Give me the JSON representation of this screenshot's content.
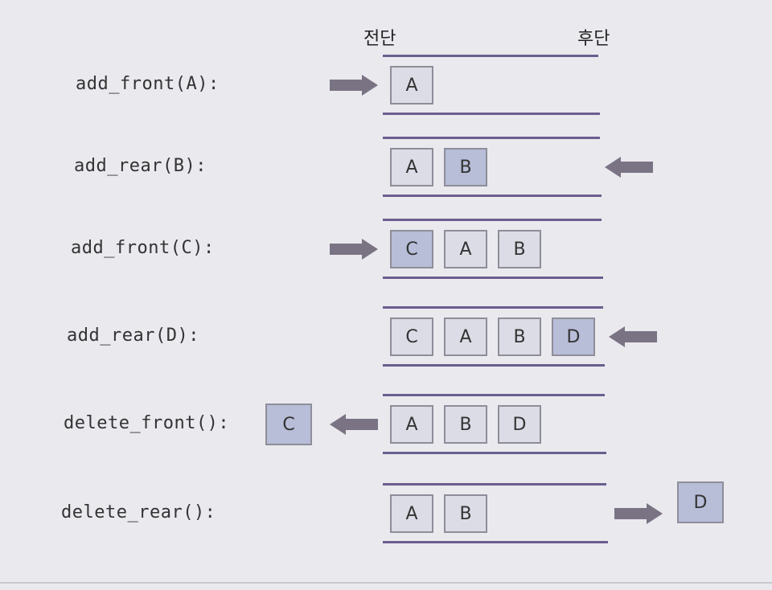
{
  "header": {
    "front": "전단",
    "rear": "후단"
  },
  "rows": [
    {
      "label": "add_front(A):",
      "cells": [
        {
          "v": "A",
          "hl": false
        }
      ],
      "arrow": {
        "side": "left-in"
      },
      "out": null
    },
    {
      "label": "add_rear(B):",
      "cells": [
        {
          "v": "A",
          "hl": false
        },
        {
          "v": "B",
          "hl": true
        }
      ],
      "arrow": {
        "side": "right-in"
      },
      "out": null
    },
    {
      "label": "add_front(C):",
      "cells": [
        {
          "v": "C",
          "hl": true
        },
        {
          "v": "A",
          "hl": false
        },
        {
          "v": "B",
          "hl": false
        }
      ],
      "arrow": {
        "side": "left-in"
      },
      "out": null
    },
    {
      "label": "add_rear(D):",
      "cells": [
        {
          "v": "C",
          "hl": false
        },
        {
          "v": "A",
          "hl": false
        },
        {
          "v": "B",
          "hl": false
        },
        {
          "v": "D",
          "hl": true
        }
      ],
      "arrow": {
        "side": "right-in"
      },
      "out": null
    },
    {
      "label": "delete_front():",
      "cells": [
        {
          "v": "A",
          "hl": false
        },
        {
          "v": "B",
          "hl": false
        },
        {
          "v": "D",
          "hl": false
        }
      ],
      "arrow": {
        "side": "left-out"
      },
      "out": {
        "v": "C"
      }
    },
    {
      "label": "delete_rear():",
      "cells": [
        {
          "v": "A",
          "hl": false
        },
        {
          "v": "B",
          "hl": false
        }
      ],
      "arrow": {
        "side": "right-out"
      },
      "out": {
        "v": "D"
      }
    }
  ],
  "colors": {
    "rail": "#6b5e8e",
    "cell": "#dcdce6",
    "cell_highlight": "#b8bdd8",
    "arrow": "#7a7384"
  }
}
